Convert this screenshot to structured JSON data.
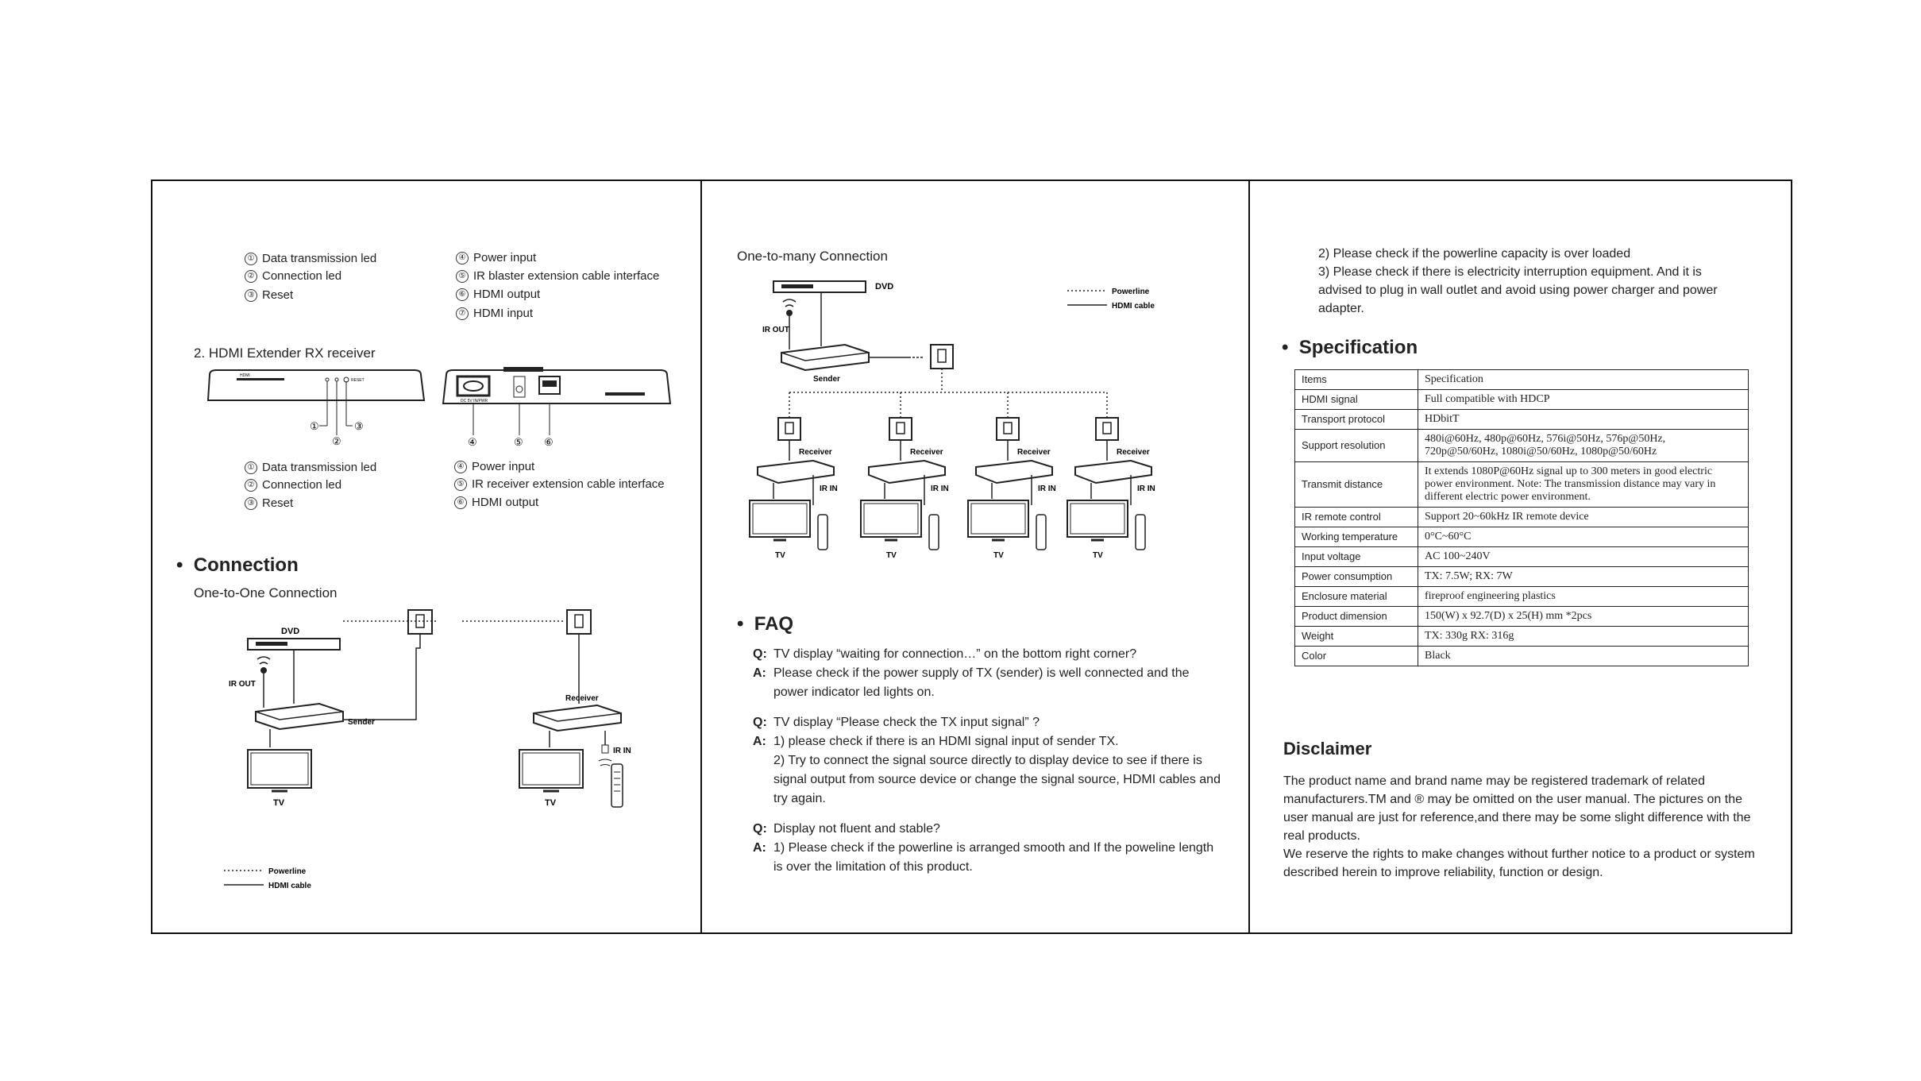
{
  "col1": {
    "tx_items_left": [
      {
        "num": "①",
        "label": "Data transmission led"
      },
      {
        "num": "②",
        "label": "Connection led"
      },
      {
        "num": "③",
        "label": "Reset"
      }
    ],
    "tx_items_right": [
      {
        "num": "④",
        "label": "Power input"
      },
      {
        "num": "⑤",
        "label": "IR blaster extension cable interface"
      },
      {
        "num": "⑥",
        "label": "HDMI output"
      },
      {
        "num": "⑦",
        "label": "HDMI input"
      }
    ],
    "rx_heading": "2.  HDMI Extender RX receiver",
    "rx_panel_labels": {
      "hdmi": "HDMI",
      "reset": "RESET",
      "power": "DC 5V IN/PWR",
      "n1": "①",
      "n2": "②",
      "n3": "③",
      "n4": "④",
      "n5": "⑤",
      "n6": "⑥"
    },
    "rx_items_left": [
      {
        "num": "①",
        "label": "Data transmission led"
      },
      {
        "num": "②",
        "label": "Connection led"
      },
      {
        "num": "③",
        "label": "Reset"
      }
    ],
    "rx_items_right": [
      {
        "num": "④",
        "label": "Power input"
      },
      {
        "num": "⑤",
        "label": "IR receiver extension cable interface"
      },
      {
        "num": "⑥",
        "label": "HDMI output"
      }
    ],
    "connection_heading": "Connection",
    "one_to_one_title": "One-to-One Connection",
    "diagram": {
      "dvd": "DVD",
      "ir_out": "IR OUT",
      "sender": "Sender",
      "receiver": "Receiver",
      "ir_in": "IR IN",
      "tv": "TV",
      "legend_powerline": "Powerline",
      "legend_hdmi": "HDMI cable"
    }
  },
  "col2": {
    "one_to_many_title": "One-to-many Connection",
    "diagram": {
      "dvd": "DVD",
      "ir_out": "IR OUT",
      "sender": "Sender",
      "receiver": "Receiver",
      "ir_in": "IR IN",
      "tv": "TV",
      "legend_powerline": "Powerline",
      "legend_hdmi": "HDMI cable"
    },
    "faq_heading": "FAQ",
    "faq": {
      "q1": "TV display   “waiting for connection…”   on the bottom right corner?",
      "a1": "Please check if the power supply of TX (sender) is well connected and the power indicator led lights on.",
      "q2": "TV display   “Please check the TX input signal” ?",
      "a2_1": "1)  please check if there is an HDMI signal input of sender TX.",
      "a2_2": "2)  Try to connect the signal source directly to display device to see if there is signal output from source device or change the signal source, HDMI cables and try again.",
      "q3": "Display not fluent and stable?",
      "a3_1": "1)  Please check if the powerline is arranged smooth and If the poweline length is over the limitation of this product.",
      "q_label": "Q:",
      "a_label": "A:"
    }
  },
  "col3": {
    "cont_2": "2)  Please check if the powerline capacity is over loaded",
    "cont_3": "3)  Please check if there is electricity interruption equipment. And it is advised to plug in  wall outlet and avoid using power charger and power adapter.",
    "spec_heading": "Specification",
    "spec_rows": [
      {
        "k": "Items",
        "v": "Specification"
      },
      {
        "k": "HDMI signal",
        "v": "Full compatible with HDCP"
      },
      {
        "k": "Transport protocol",
        "v": "HDbitT"
      },
      {
        "k": "Support resolution",
        "v": "480i@60Hz, 480p@60Hz, 576i@50Hz, 576p@50Hz, 720p@50/60Hz, 1080i@50/60Hz, 1080p@50/60Hz"
      },
      {
        "k": "Transmit distance",
        "v": "It extends 1080P@60Hz signal up to 300 meters in good electric power environment. Note: The transmission distance may vary in different electric power environment."
      },
      {
        "k": "IR remote control",
        "v": "Support 20~60kHz IR remote device"
      },
      {
        "k": "Working temperature",
        "v": "0°C~60°C"
      },
      {
        "k": "Input voltage",
        "v": "AC 100~240V"
      },
      {
        "k": "Power consumption",
        "v": "TX: 7.5W;   RX: 7W"
      },
      {
        "k": "Enclosure material",
        "v": "fireproof engineering plastics"
      },
      {
        "k": "Product dimension",
        "v": "150(W) x 92.7(D) x 25(H) mm *2pcs"
      },
      {
        "k": "Weight",
        "v": "TX: 330g    RX: 316g"
      },
      {
        "k": "Color",
        "v": "Black"
      }
    ],
    "disclaimer_heading": "Disclaimer",
    "disclaimer_1": "The product name and brand name may be registered trademark of related manufacturers.TM and ® may be omitted on the user manual. The pictures on the user manual are just for reference,and there may be some slight difference with the real products.",
    "disclaimer_2": "We reserve the rights to make changes without further notice to a product or system described herein to improve reliability, function or design."
  }
}
